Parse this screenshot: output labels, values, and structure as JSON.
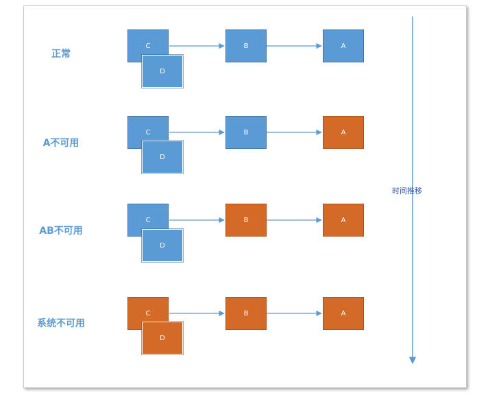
{
  "time_label": "时间推移",
  "colors": {
    "available": "#5b9bd5",
    "unavailable": "#d46a28"
  },
  "rows": [
    {
      "label": "正常",
      "c": "C",
      "d": "D",
      "b": "B",
      "a": "A",
      "c_state": "available",
      "b_state": "available",
      "a_state": "available"
    },
    {
      "label": "A不可用",
      "c": "C",
      "d": "D",
      "b": "B",
      "a": "A",
      "c_state": "available",
      "b_state": "available",
      "a_state": "unavailable"
    },
    {
      "label": "AB不可用",
      "c": "C",
      "d": "D",
      "b": "B",
      "a": "A",
      "c_state": "available",
      "b_state": "unavailable",
      "a_state": "unavailable"
    },
    {
      "label": "系统不可用",
      "c": "C",
      "d": "D",
      "b": "B",
      "a": "A",
      "c_state": "unavailable",
      "b_state": "unavailable",
      "a_state": "unavailable"
    }
  ]
}
